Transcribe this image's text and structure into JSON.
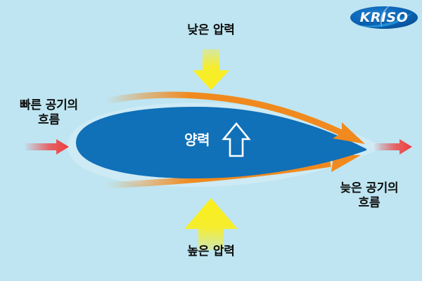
{
  "diagram": {
    "title_text": "양력",
    "background_color": "#bee5f1",
    "labels": {
      "low_pressure": "낮은 압력",
      "high_pressure": "높은 압력",
      "fast_flow": "빠른 공기의\n흐름",
      "slow_flow": "늦은 공기의\n흐름",
      "lift": "양력"
    },
    "logo": {
      "text": "KRISO",
      "shape": "ellipse",
      "color": "#0a63b4"
    },
    "colors": {
      "airfoil": "#1070b8",
      "airfoil_halo": "#cdeaf4",
      "streamline": "#f08a1e",
      "pressure_arrow": "#fbee1c",
      "flow_arrow": "#f03a3a",
      "lift_arrow_outline": "#ffffff",
      "text": "#0d0d0d"
    },
    "elements": {
      "airfoil_name": "airfoil-cross-section",
      "upper_streamline_name": "upper-streamline-arrow",
      "lower_streamline_name": "lower-streamline-arrow",
      "low_pressure_arrow_name": "low-pressure-down-arrow",
      "high_pressure_arrow_name": "high-pressure-up-arrow",
      "inflow_arrow_name": "inflow-red-arrow",
      "outflow_arrow_name": "outflow-red-arrow",
      "lift_arrow_name": "lift-up-arrow"
    }
  }
}
